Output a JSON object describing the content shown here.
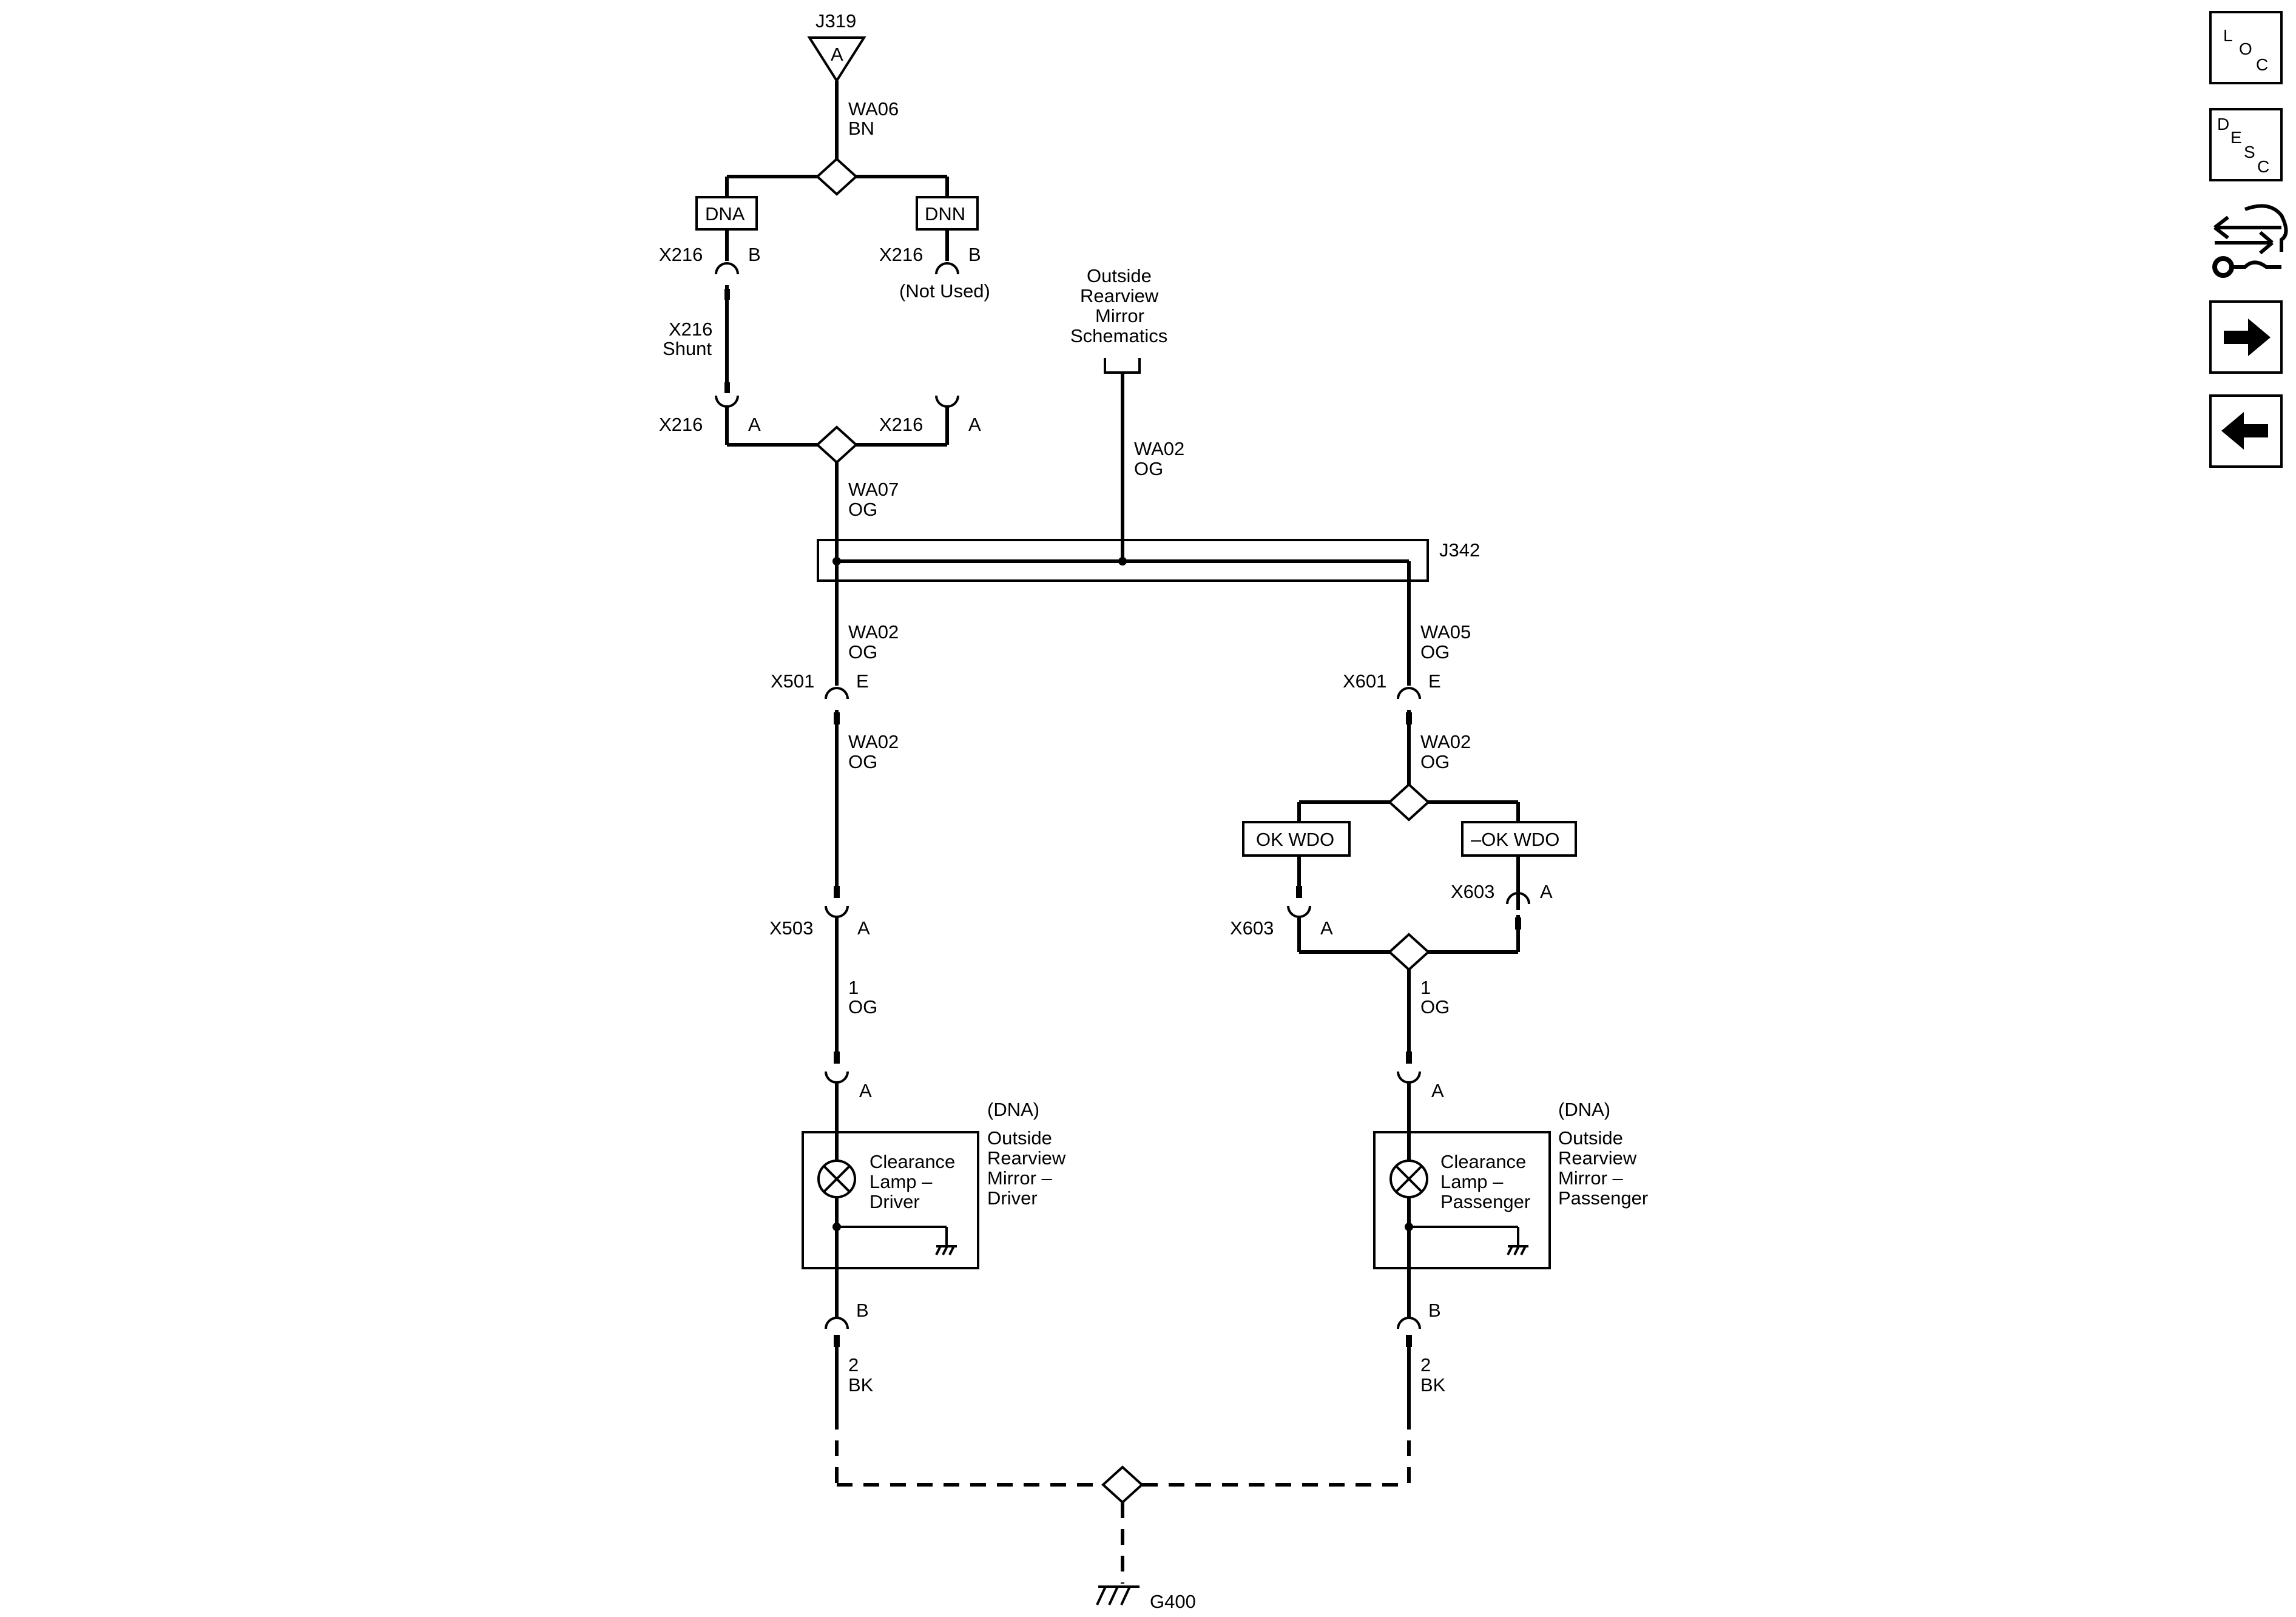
{
  "top_connector": {
    "id": "J319",
    "pin": "A"
  },
  "wires": {
    "wa06": {
      "circuit": "WA06",
      "color": "BN"
    },
    "wa07": {
      "circuit": "WA07",
      "color": "OG"
    },
    "wa02_mirror": {
      "circuit": "WA02",
      "color": "OG"
    },
    "wa02_left_a": {
      "circuit": "WA02",
      "color": "OG"
    },
    "wa02_left_b": {
      "circuit": "WA02",
      "color": "OG"
    },
    "wa05_right": {
      "circuit": "WA05",
      "color": "OG"
    },
    "wa02_right_b": {
      "circuit": "WA02",
      "color": "OG"
    },
    "w1_left": {
      "circuit": "1",
      "color": "OG"
    },
    "w1_right": {
      "circuit": "1",
      "color": "OG"
    },
    "w2_left": {
      "circuit": "2",
      "color": "BK"
    },
    "w2_right": {
      "circuit": "2",
      "color": "BK"
    }
  },
  "options": {
    "dna": "DNA",
    "dnn": "DNN",
    "ok_wdo": "OK WDO",
    "not_ok_wdo": "–OK WDO"
  },
  "connectors": {
    "x216_b_left": {
      "id": "X216",
      "pin": "B"
    },
    "x216_b_right": {
      "id": "X216",
      "pin": "B",
      "note": "(Not Used)"
    },
    "x216_shunt": {
      "line1": "X216",
      "line2": "Shunt"
    },
    "x216_a_left": {
      "id": "X216",
      "pin": "A"
    },
    "x216_a_right": {
      "id": "X216",
      "pin": "A"
    },
    "x501": {
      "id": "X501",
      "pin": "E"
    },
    "x601": {
      "id": "X601",
      "pin": "E"
    },
    "x503": {
      "id": "X503",
      "pin": "A"
    },
    "x603_left": {
      "id": "X603",
      "pin": "A"
    },
    "x603_right": {
      "id": "X603",
      "pin": "A"
    },
    "lamp_driver_a": {
      "pin": "A"
    },
    "lamp_pass_a": {
      "pin": "A"
    },
    "lamp_driver_b": {
      "pin": "B"
    },
    "lamp_pass_b": {
      "pin": "B"
    }
  },
  "splice": {
    "id": "J342"
  },
  "mirror_ref": {
    "lines": [
      "Outside",
      "Rearview",
      "Mirror",
      "Schematics"
    ]
  },
  "components": {
    "driver": {
      "option": "(DNA)",
      "lamp_lines": [
        "Clearance",
        "Lamp –",
        "Driver"
      ],
      "name_lines": [
        "Outside",
        "Rearview",
        "Mirror –",
        "Driver"
      ]
    },
    "passenger": {
      "option": "(DNA)",
      "lamp_lines": [
        "Clearance",
        "Lamp –",
        "Passenger"
      ],
      "name_lines": [
        "Outside",
        "Rearview",
        "Mirror –",
        "Passenger"
      ]
    }
  },
  "ground": {
    "id": "G400"
  },
  "nav": {
    "loc": [
      "L",
      "O",
      "C"
    ],
    "desc": [
      "D",
      "E",
      "S",
      "C"
    ],
    "diag_icon": "diagnostic-wrench-icon",
    "next_icon": "arrow-right-icon",
    "prev_icon": "arrow-left-icon"
  }
}
